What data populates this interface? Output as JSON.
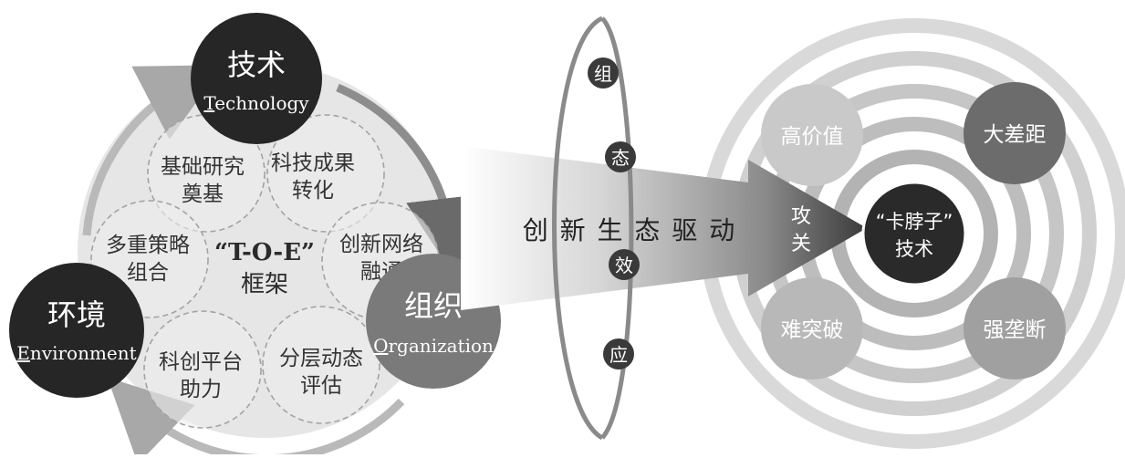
{
  "toe": {
    "tech": {
      "zh": "技术",
      "initial": "T",
      "rest": "echnology"
    },
    "env": {
      "zh": "环境",
      "initial": "E",
      "rest": "nvironment"
    },
    "org": {
      "zh": "组织",
      "initial": "O",
      "rest": "rganization"
    },
    "center": {
      "line1": "“T-O-E”",
      "line2": "框架"
    },
    "petals": [
      {
        "line1": "基础研究",
        "line2": "奠基"
      },
      {
        "line1": "科技成果",
        "line2": "转化"
      },
      {
        "line1": "创新网络",
        "line2": "融通"
      },
      {
        "line1": "分层动态",
        "line2": "评估"
      },
      {
        "line1": "科创平台",
        "line2": "助力"
      },
      {
        "line1": "多重策略",
        "line2": "组合"
      }
    ]
  },
  "config": {
    "chars": [
      "组",
      "态",
      "效",
      "应"
    ]
  },
  "arrow": {
    "text": "创 新 生 态 驱 动",
    "tip_line1": "攻",
    "tip_line2": "关"
  },
  "target": {
    "center_line1": "“卡脖子”",
    "center_line2": "技术",
    "circles": [
      "高价值",
      "大差距",
      "难突破",
      "强垄断"
    ]
  },
  "colors": {
    "dark": "#2b2b2b",
    "mid": "#6f6f6f",
    "light": "#c9c9c9",
    "pale": "#e7e7e7"
  }
}
